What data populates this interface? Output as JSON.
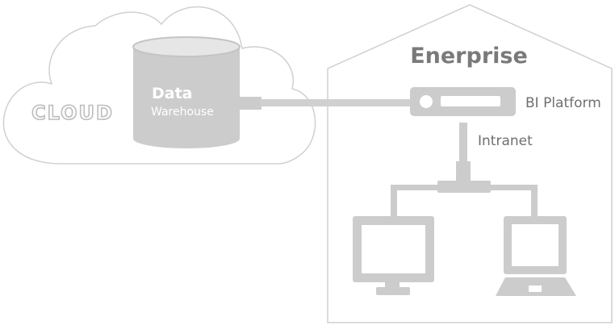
{
  "cloud": {
    "label": "CLOUD"
  },
  "data_warehouse": {
    "title": "Data",
    "subtitle": "Warehouse"
  },
  "enterprise": {
    "title": "Enerprise"
  },
  "bi_platform": {
    "label": "BI Platform"
  },
  "network": {
    "label": "Intranet"
  },
  "colors": {
    "stroke": "#c8c8c8",
    "fill": "#cfcfcf",
    "accent": "#d8d8d8",
    "text": "#7a7a7a"
  },
  "icons": [
    "cloud-shape",
    "database-cylinder",
    "server-icon",
    "monitor-icon",
    "laptop-icon"
  ]
}
